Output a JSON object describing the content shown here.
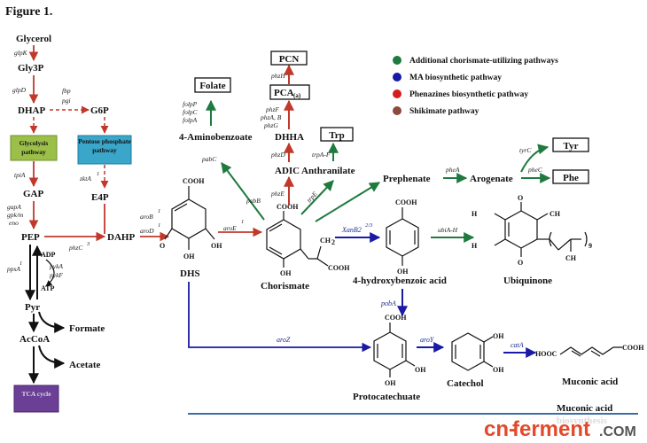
{
  "figure_title": "Figure 1.",
  "legend": [
    {
      "label": "Additional chorismate-utilizing pathways",
      "color": "#1f7a3f"
    },
    {
      "label": "MA biosynthetic pathway",
      "color": "#1a1aa6"
    },
    {
      "label": "Phenazines biosynthetic pathway",
      "color": "#d41e1e"
    },
    {
      "label": "Shikimate pathway",
      "color": "#8b4a3a"
    }
  ],
  "nodes": {
    "glycerol": "Glycerol",
    "gly3p": "Gly3P",
    "dhap": "DHAP",
    "g6p": "G6P",
    "glycolysis": "Glycolysis pathway",
    "pentose": "Pentose phosphate pathway",
    "gap": "GAP",
    "e4p": "E4P",
    "pep": "PEP",
    "dahp": "DAHP",
    "adp": "ADP",
    "atp": "ATP",
    "pyr": "Pyr",
    "formate": "Formate",
    "accoa": "AcCoA",
    "acetate": "Acetate",
    "tca": "TCA cycle",
    "dhs": "DHS",
    "chorismate": "Chorismate",
    "folate": "Folate",
    "aminobenzoate": "4-Aminobenzoate",
    "pcn": "PCN",
    "pca": "PCA",
    "pca_sub": "(a)",
    "dhha": "DHHA",
    "adic": "ADIC",
    "trp": "Trp",
    "anthranilate": "Anthranilate",
    "prephenate": "Prephenate",
    "arogenate": "Arogenate",
    "tyr": "Tyr",
    "phe": "Phe",
    "hba": "4-hydroxybenzoic acid",
    "ubiquinone": "Ubiquinone",
    "protocatechuate": "Protocatechuate",
    "catechol": "Catechol",
    "muconic": "Muconic acid",
    "muconic2_line1": "Muconic acid",
    "muconic2_line2": "biosynthesis"
  },
  "enzymes": {
    "glpK": "glpK",
    "glpD": "glpD",
    "fbp": "fbp",
    "pgi": "pgi",
    "tpiA": "tpiA",
    "zktA": "zktA",
    "zktA_sup": "1",
    "gapA": "gapA",
    "gpk": "gpk/m",
    "eno": "eno",
    "phzC": "phzC",
    "phzC_sup": "3",
    "aroB": "aroB",
    "aroB_sup": "1",
    "aroD": "aroD",
    "aroD_sup": "1",
    "aroE": "aroE",
    "aroE_sup": "1",
    "ppsA": "ppsA",
    "ppsA_sup": "1",
    "pykA": "pykA",
    "pykF": "pykF",
    "folpP": "folpP",
    "folpC": "folpC",
    "folpA": "folpA",
    "pabC": "pabC",
    "pabB": "pabB",
    "phzH": "phzH",
    "phzF": "phzF",
    "phzAB": "phzA, B",
    "phzG": "phzG",
    "phzD": "phzD",
    "phzE": "phzE",
    "trpE": "trpE",
    "trpAF": "trpA-F",
    "pheA": "pheA",
    "tyrC": "tyrC",
    "pheC": "pheC",
    "xanB2": "XanB2",
    "xanB2_sup": "2/3",
    "ubiAH": "ubiA-H",
    "pobA": "pobA",
    "aroZ": "aroZ",
    "aroY": "aroY",
    "catA": "catA"
  },
  "chem": {
    "cooh": "COOH",
    "o": "O",
    "oh": "OH",
    "ch2": "CH",
    "ch2_sub": "2",
    "h3co": "H",
    "ch3": "CH",
    "n9": "9",
    "hooc": "HOOC"
  },
  "watermark": {
    "prefix": "cn-",
    "mid": "ferment",
    "suffix": ".COM"
  }
}
